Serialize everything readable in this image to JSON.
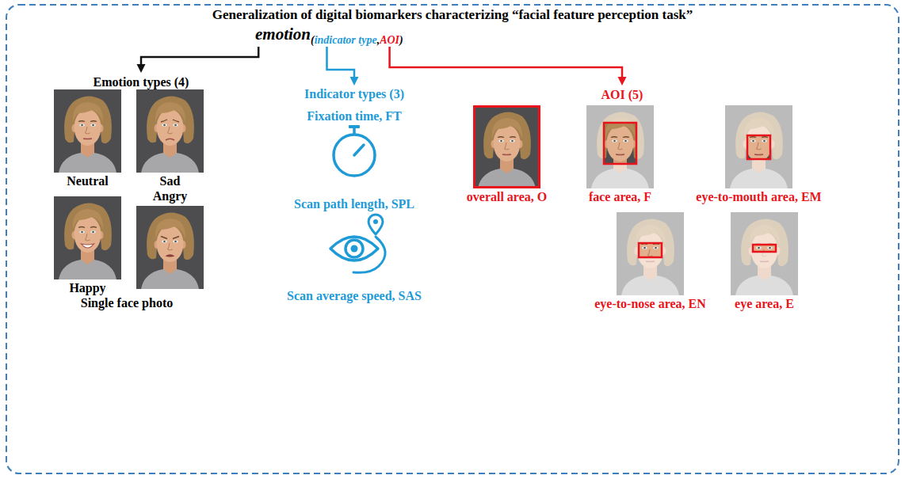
{
  "diagram": {
    "title": "Generalization of digital biomarkers characterizing “facial feature perception task”",
    "nodes": [
      {
        "text": [
          "emotion",
          "(",
          "indicator type",
          ",",
          "AOI",
          ")"
        ]
      },
      {
        "text": [
          "Emotion types (4)",
          "Single face photo"
        ]
      },
      {
        "text": [
          "Neutral"
        ],
        "in": 1
      },
      {
        "text": [
          "Sad"
        ],
        "in": 1
      },
      {
        "text": [
          "Happy"
        ],
        "in": 1
      },
      {
        "text": [
          "Angry"
        ],
        "in": 1
      },
      {
        "text": [
          "Indicator types (3)"
        ]
      },
      {
        "text": [
          "Fixation time, FT"
        ],
        "in": 6
      },
      {
        "text": [
          "Scan path length, SPL"
        ],
        "in": 6
      },
      {
        "text": [
          "Scan average speed, SAS"
        ],
        "in": 6
      },
      {
        "text": [
          "AOI (5)"
        ]
      },
      {
        "text": [
          "overall area, O"
        ],
        "in": 10
      },
      {
        "text": [
          "face area, F"
        ],
        "in": 10
      },
      {
        "text": [
          "eye-to-mouth area, EM"
        ],
        "in": 10
      },
      {
        "text": [
          "eye-to-nose area, EN"
        ],
        "in": 10
      },
      {
        "text": [
          "eye area, E"
        ],
        "in": 10
      }
    ],
    "edges": [
      {
        "from": 0,
        "to": 1,
        "arrow": "to"
      },
      {
        "from": 0,
        "to": 6,
        "arrow": "to"
      },
      {
        "from": 0,
        "to": 10,
        "arrow": "to"
      }
    ]
  }
}
